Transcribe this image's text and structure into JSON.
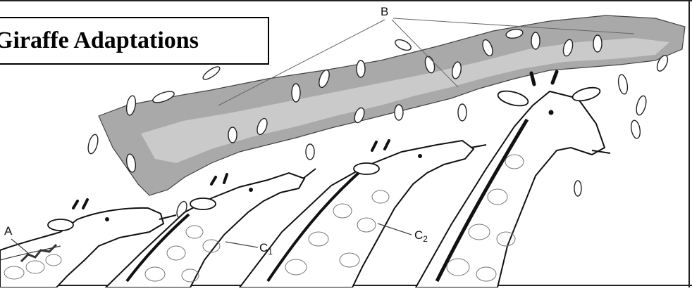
{
  "title": "Giraffe Adaptations",
  "labels": {
    "a": "A",
    "b": "B",
    "c1_main": "C",
    "c1_sub": "1",
    "c2_main": "C",
    "c2_sub": "2"
  },
  "colors": {
    "foliage": "#9b9b9b",
    "foliage_light": "#cfcfcf",
    "outline": "#111111",
    "background": "#ffffff"
  }
}
